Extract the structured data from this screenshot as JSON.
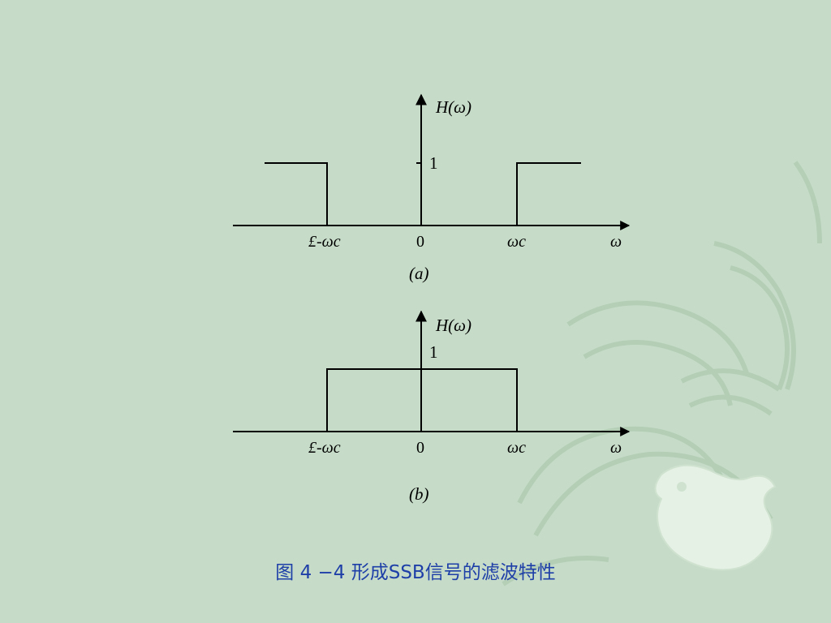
{
  "panels": [
    {
      "id": "a",
      "y_axis_label": "H(ω)",
      "level_label": "1",
      "x_tick_labels": [
        "£-ωc",
        "0",
        "ωc",
        "ω"
      ],
      "sublabel": "(a)"
    },
    {
      "id": "b",
      "y_axis_label": "H(ω)",
      "level_label": "1",
      "x_tick_labels": [
        "£-ωc",
        "0",
        "ωc",
        "ω"
      ],
      "sublabel": "(b)"
    }
  ],
  "caption": "图 4 −4  形成SSB信号的滤波特性",
  "colors": {
    "background": "#c6dcc8",
    "caption": "#1f3fa8",
    "line": "#000000"
  }
}
